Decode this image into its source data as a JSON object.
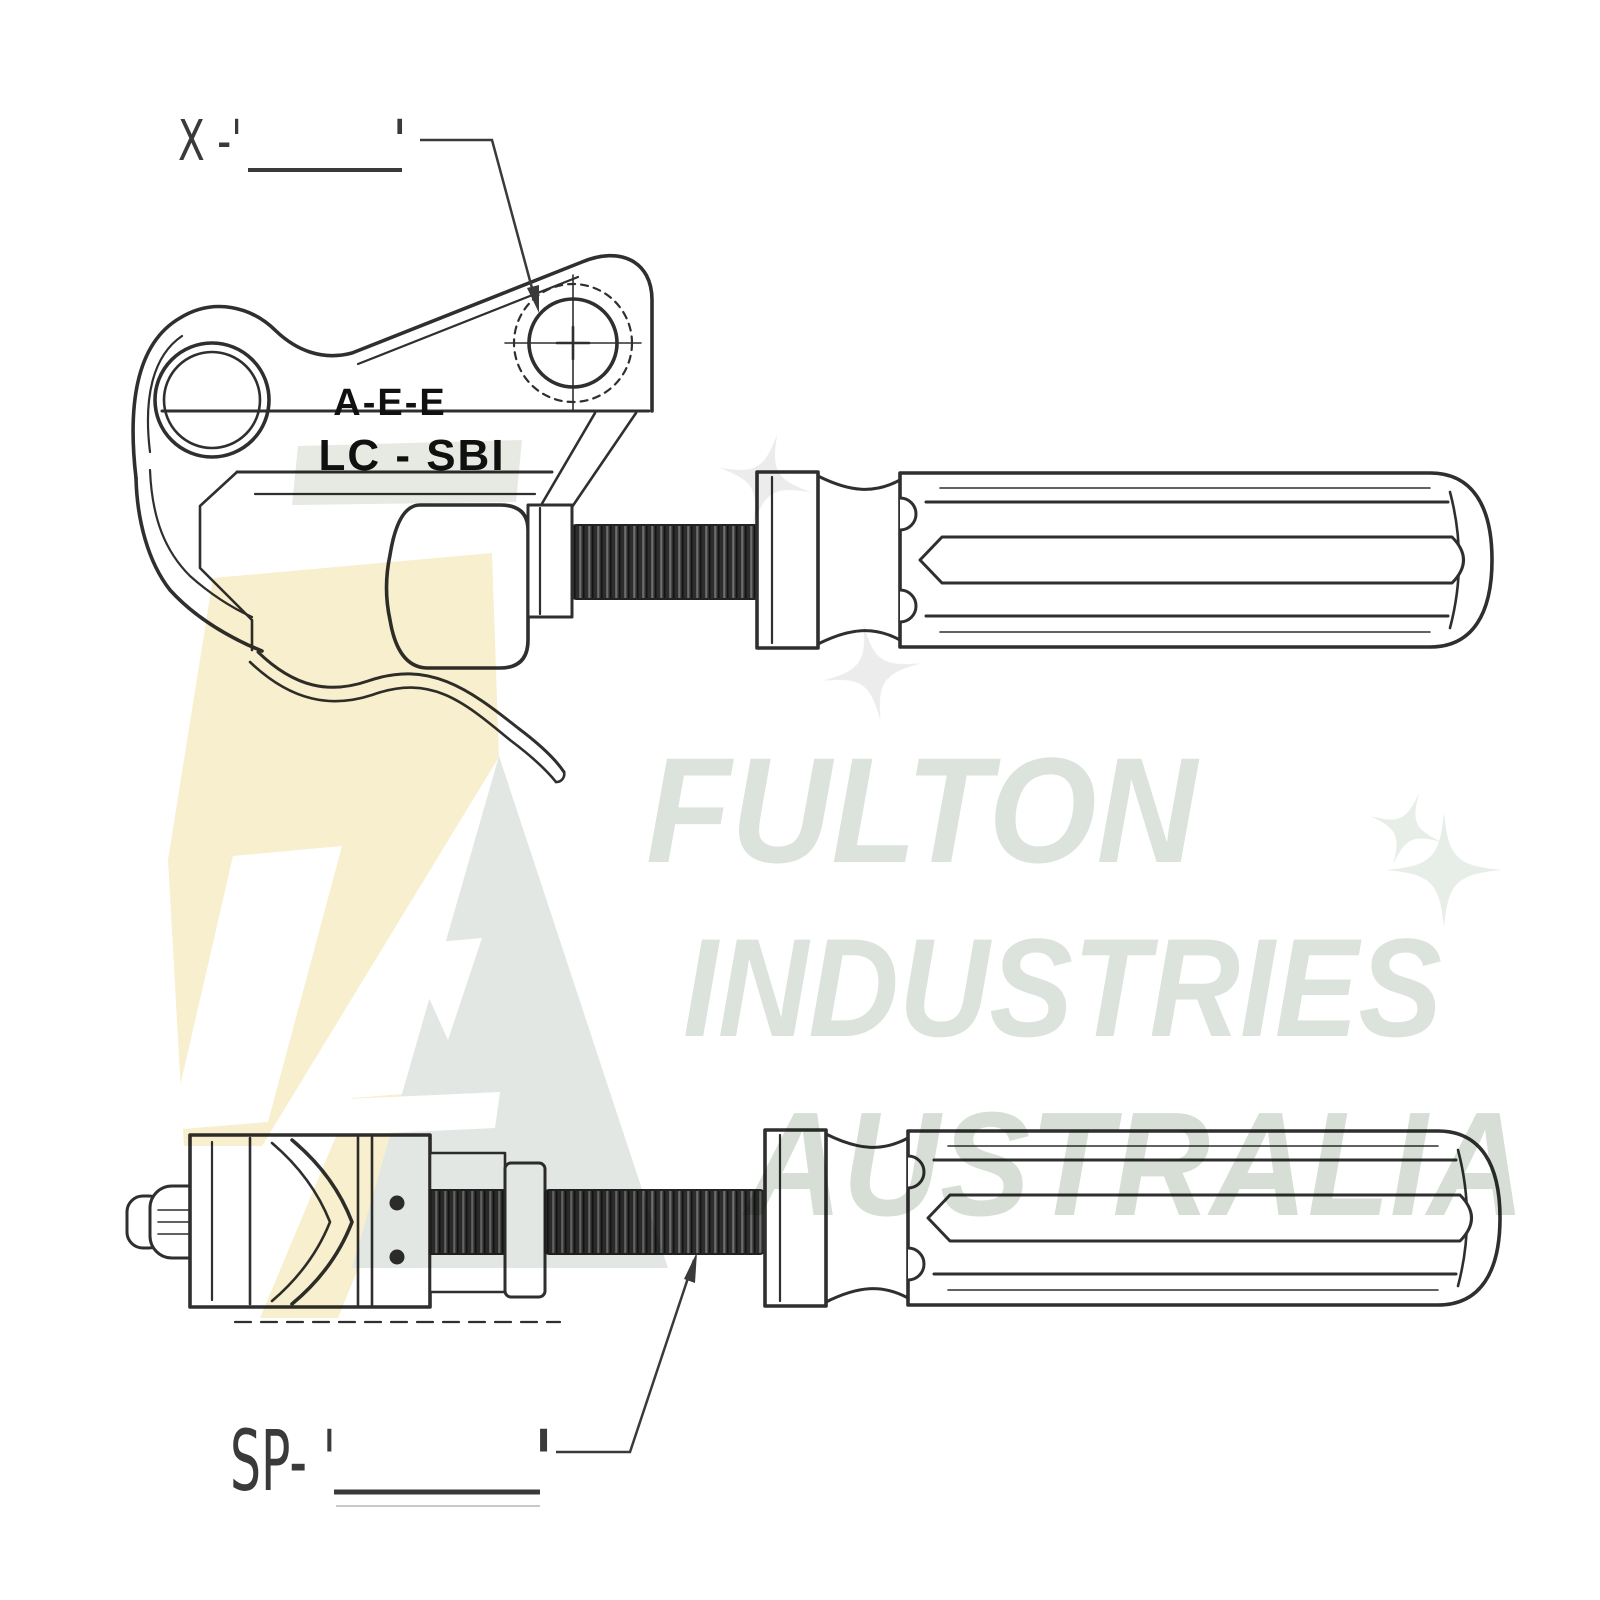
{
  "drawing": {
    "callout_x": {
      "label": "X -'",
      "close_quote": "'"
    },
    "callout_sp": {
      "label": "SP- '",
      "close_quote": "'"
    },
    "stamp_line1": "A-E-E",
    "stamp_line2": "LC - SBI"
  },
  "watermark": {
    "line1": "FULTON",
    "line2": "INDUSTRIES",
    "line3": "AUSTRALIA"
  },
  "colors": {
    "ink": "#2f2f2f",
    "stamp_ink": "#111111",
    "callout_ink": "#3a3a3a",
    "thread_fill": "#2d2d2d",
    "watermark_text": "#dce3dc",
    "watermark_text_dark": "#d6ded6",
    "logo_yellow": "#f8efce",
    "logo_gray": "#e3e7e3",
    "logo_green_flag": "#e6eae2",
    "star_gray": "#ececec",
    "star_green": "#e7ede7"
  }
}
